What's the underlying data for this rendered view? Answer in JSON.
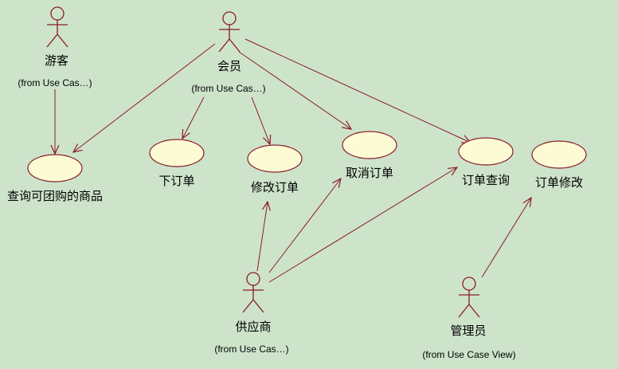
{
  "colors": {
    "background": "#cde4cb",
    "line": "#8b1a2a",
    "usecase_fill": "#fdfbd3",
    "usecase_stroke": "#8b1a2a",
    "text": "#000000"
  },
  "actors": [
    {
      "id": "visitor",
      "label": "游客",
      "source": "(from Use Cas…)"
    },
    {
      "id": "member",
      "label": "会员",
      "source": "(from Use Cas…)"
    },
    {
      "id": "supplier",
      "label": "供应商",
      "source": "(from Use Cas…)"
    },
    {
      "id": "admin",
      "label": "管理员",
      "source": "(from Use Case View)"
    }
  ],
  "use_cases": [
    {
      "id": "query-group-goods",
      "label": "查询可团购的商品"
    },
    {
      "id": "place-order",
      "label": "下订单"
    },
    {
      "id": "modify-order",
      "label": "修改订单"
    },
    {
      "id": "cancel-order",
      "label": "取消订单"
    },
    {
      "id": "order-query",
      "label": "订单查询"
    },
    {
      "id": "order-modify",
      "label": "订单修改"
    }
  ],
  "associations": [
    {
      "from": "visitor",
      "to": "query-group-goods"
    },
    {
      "from": "member",
      "to": "query-group-goods"
    },
    {
      "from": "member",
      "to": "place-order"
    },
    {
      "from": "member",
      "to": "modify-order"
    },
    {
      "from": "member",
      "to": "cancel-order"
    },
    {
      "from": "member",
      "to": "order-query"
    },
    {
      "from": "supplier",
      "to": "modify-order"
    },
    {
      "from": "supplier",
      "to": "cancel-order"
    },
    {
      "from": "supplier",
      "to": "order-query"
    },
    {
      "from": "admin",
      "to": "order-modify"
    }
  ]
}
